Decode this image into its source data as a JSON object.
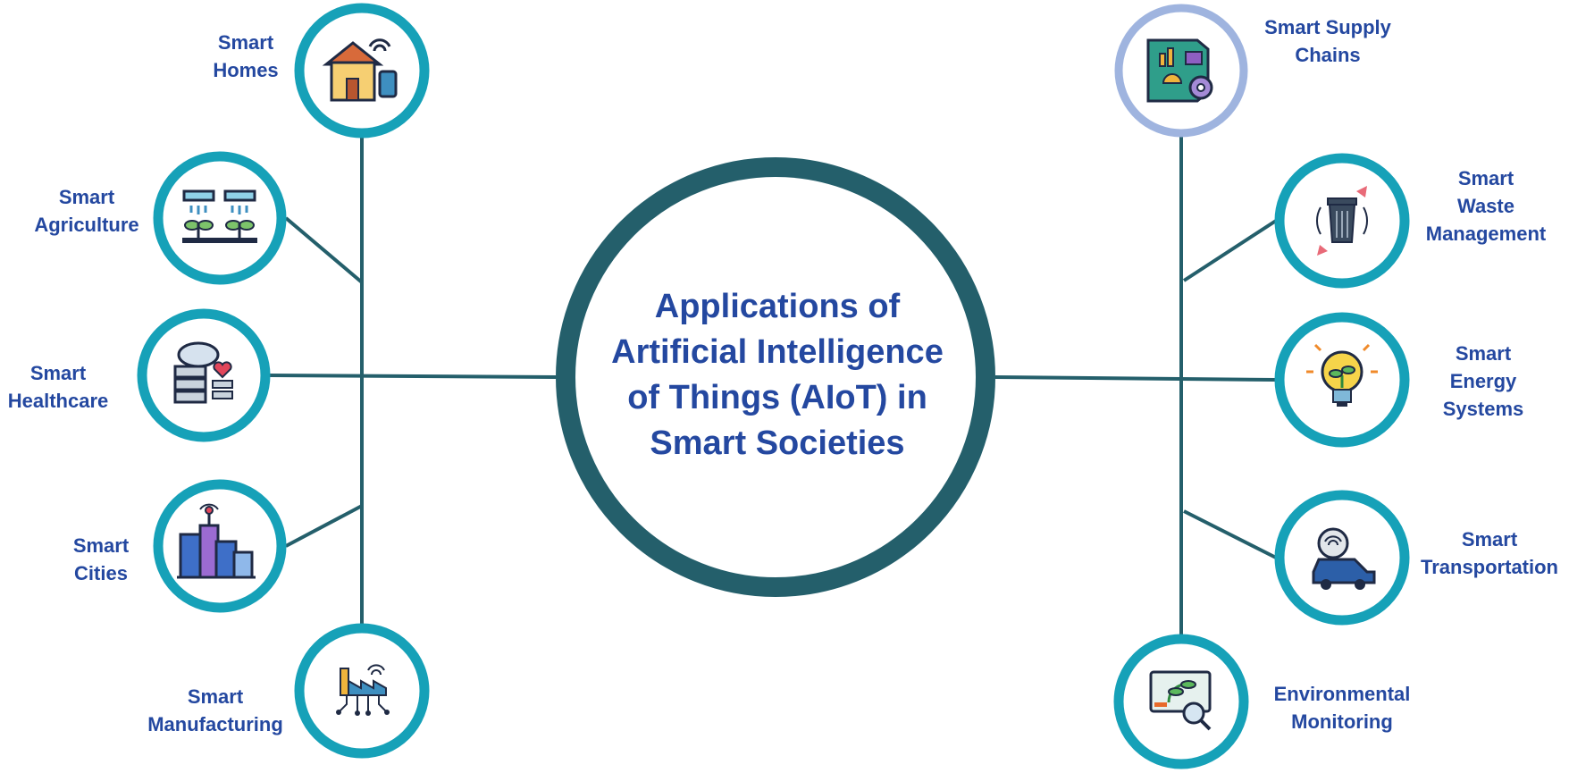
{
  "center": {
    "lines": [
      "Applications of",
      "Artificial Intelligence",
      "of Things (AIoT) in",
      "Smart Societies"
    ]
  },
  "colors": {
    "hub_ring": "#245f6b",
    "node_ring": "#16a1b8",
    "supply_ring": "#9fb4df",
    "connector": "#245f6b",
    "label": "#2448a0"
  },
  "left_nodes": [
    {
      "id": "smart-homes",
      "icon": "smart-home-icon",
      "label": [
        "Smart",
        "Homes"
      ]
    },
    {
      "id": "smart-agriculture",
      "icon": "irrigation-plants-icon",
      "label": [
        "Smart",
        "Agriculture"
      ]
    },
    {
      "id": "smart-healthcare",
      "icon": "health-server-icon",
      "label": [
        "Smart",
        "Healthcare"
      ]
    },
    {
      "id": "smart-cities",
      "icon": "city-buildings-icon",
      "label": [
        "Smart",
        "Cities"
      ]
    },
    {
      "id": "smart-manufacturing",
      "icon": "factory-circuit-icon",
      "label": [
        "Smart",
        "Manufacturing"
      ]
    }
  ],
  "right_nodes": [
    {
      "id": "smart-supply-chains",
      "icon": "supply-chain-board-icon",
      "label": [
        "Smart Supply",
        "Chains"
      ]
    },
    {
      "id": "smart-waste-management",
      "icon": "recycle-bin-icon",
      "label": [
        "Smart",
        "Waste",
        "Management"
      ]
    },
    {
      "id": "smart-energy-systems",
      "icon": "light-bulb-leaf-icon",
      "label": [
        "Smart",
        "Energy",
        "Systems"
      ]
    },
    {
      "id": "smart-transportation",
      "icon": "connected-car-icon",
      "label": [
        "Smart",
        "Transportation"
      ]
    },
    {
      "id": "environmental-monitoring",
      "icon": "monitor-search-icon",
      "label": [
        "Environmental",
        "Monitoring"
      ]
    }
  ]
}
